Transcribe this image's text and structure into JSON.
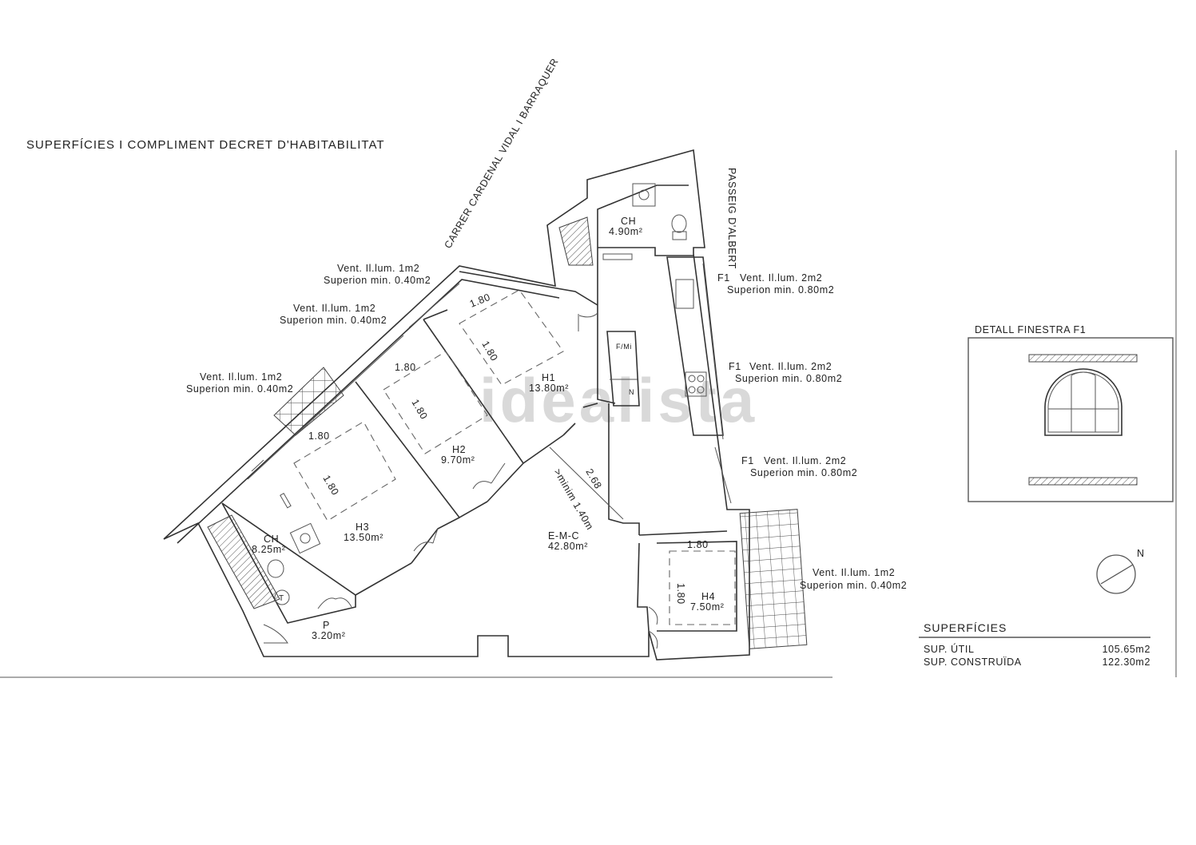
{
  "title": "SUPERFÍCIES I COMPLIMENT DECRET D'HABITABILITAT",
  "streets": {
    "street_1": "CARRER CARDENAL VIDAL I BARRAQUER",
    "street_2": "PASSEIG D'ALBERT"
  },
  "rooms": [
    {
      "name": "CH",
      "area": "4.90m²"
    },
    {
      "name": "H1",
      "area": "13.80m²"
    },
    {
      "name": "H2",
      "area": "9.70m²"
    },
    {
      "name": "H3",
      "area": "13.50m²"
    },
    {
      "name": "CH",
      "area": "8.25m²"
    },
    {
      "name": "P",
      "area": "3.20m²"
    },
    {
      "name": "E-M-C",
      "area": "42.80m²"
    },
    {
      "name": "H4",
      "area": "7.50m²"
    }
  ],
  "window_notes": [
    {
      "prefix": "",
      "line1": "Vent. Il.lum. 1m2",
      "line2": "Superion min. 0.40m2"
    },
    {
      "prefix": "",
      "line1": "Vent. Il.lum. 1m2",
      "line2": "Superion min. 0.40m2"
    },
    {
      "prefix": "",
      "line1": "Vent. Il.lum. 1m2",
      "line2": "Superion min. 0.40m2"
    },
    {
      "prefix": "F1",
      "line1": "Vent. Il.lum. 2m2",
      "line2": "Superion min. 0.80m2"
    },
    {
      "prefix": "F1",
      "line1": "Vent. Il.lum. 2m2",
      "line2": "Superion min. 0.80m2"
    },
    {
      "prefix": "F1",
      "line1": "Vent. Il.lum. 2m2",
      "line2": "Superion min. 0.80m2"
    },
    {
      "prefix": "",
      "line1": "Vent. Il.lum. 1m2",
      "line2": "Superion min. 0.40m2"
    }
  ],
  "dimensions": {
    "d180": "1.80",
    "diag_len": "2.68",
    "min_width": ">minim 1.40m"
  },
  "kitchen_labels": {
    "fridge": "F/Mi",
    "n": "N"
  },
  "bath_label": "T",
  "detail": {
    "title": "DETALL FINESTRA F1"
  },
  "north": "N",
  "surfaces": {
    "heading": "SUPERFÍCIES",
    "rows": [
      {
        "label": "SUP. ÚTIL",
        "value": "105.65m2"
      },
      {
        "label": "SUP. CONSTRUÏDA",
        "value": "122.30m2"
      }
    ]
  },
  "watermark": "idealista"
}
